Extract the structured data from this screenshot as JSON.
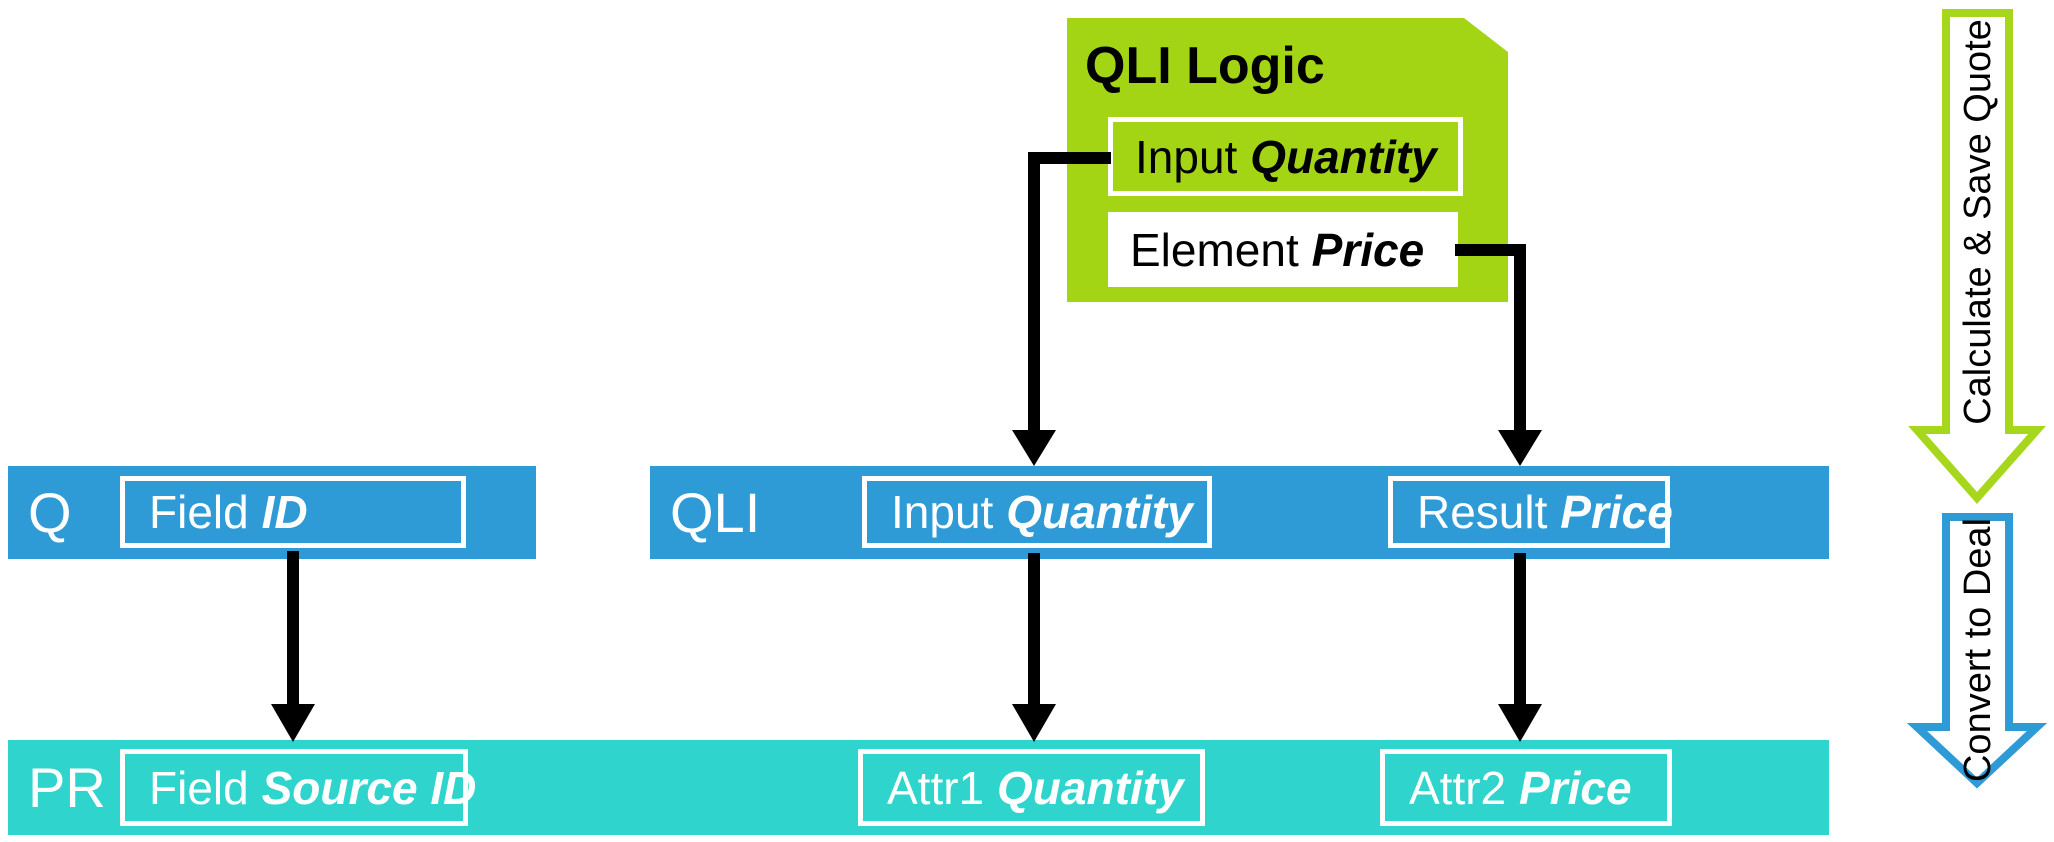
{
  "rows": {
    "q": {
      "label": "Q",
      "box_id": {
        "prefix": "Field",
        "emphasis": "ID"
      }
    },
    "qli": {
      "label": "QLI",
      "box_quantity": {
        "prefix": "Input",
        "emphasis": "Quantity"
      },
      "box_price": {
        "prefix": "Result",
        "emphasis": "Price"
      }
    },
    "pr": {
      "label": "PR",
      "box_source": {
        "prefix": "Field",
        "emphasis": "Source ID"
      },
      "box_quantity": {
        "prefix": "Attr1",
        "emphasis": "Quantity"
      },
      "box_price": {
        "prefix": "Attr2",
        "emphasis": "Price"
      }
    }
  },
  "logic_note": {
    "title": "QLI Logic",
    "box_quantity": {
      "prefix": "Input",
      "emphasis": "Quantity"
    },
    "box_price": {
      "prefix": "Element",
      "emphasis": "Price"
    }
  },
  "side_arrows": {
    "calculate": {
      "label": "Calculate & Save Quote"
    },
    "convert": {
      "label": "Convert to Deal"
    }
  },
  "colors": {
    "blue": "#2E9BD6",
    "teal": "#2FD4CC",
    "green": "#A4D514",
    "green_arrow": "#A6D71C",
    "arrow_black": "#000000",
    "box_border": "#FFFFFF"
  }
}
